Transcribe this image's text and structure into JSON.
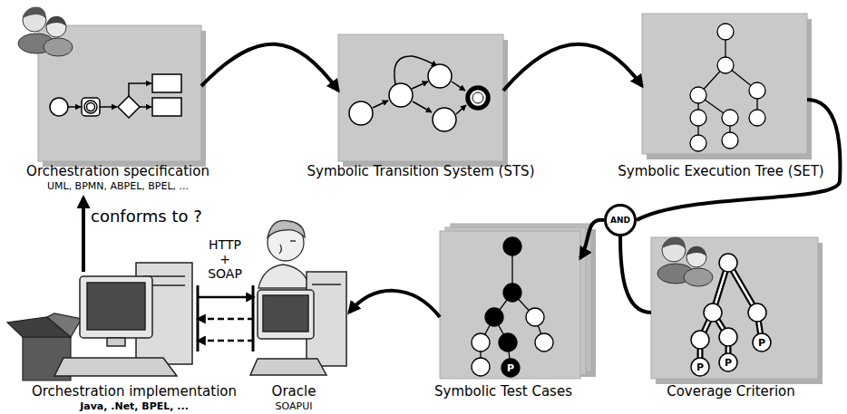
{
  "diagram": {
    "nodes": [
      {
        "text": [
          "Orchestration specification",
          "UML, BPMN, ABPEL, BPEL, ..."
        ]
      },
      {
        "text": [
          "Symbolic Transition System (STS)"
        ]
      },
      {
        "text": [
          "Symbolic Execution Tree (SET)"
        ]
      },
      {
        "text": [
          "AND"
        ]
      },
      {
        "text": [
          "Coverage Criterion"
        ]
      },
      {
        "text": [
          "Symbolic Test Cases"
        ]
      },
      {
        "text": [
          "Oracle",
          "SOAPUI"
        ]
      },
      {
        "text": [
          "Orchestration implementation",
          "Java, .Net, BPEL, ..."
        ]
      }
    ],
    "edges": [
      {
        "from": 0,
        "to": 1,
        "arrow": "to"
      },
      {
        "from": 1,
        "to": 2,
        "arrow": "to"
      },
      {
        "from": 2,
        "to": 3,
        "arrow": "none"
      },
      {
        "from": 4,
        "to": 3,
        "arrow": "none"
      },
      {
        "from": 3,
        "to": 5,
        "arrow": "to"
      },
      {
        "from": 5,
        "to": 6,
        "arrow": "to"
      },
      {
        "from": 7,
        "to": 0,
        "label": "conforms to ?",
        "arrow": "to"
      },
      {
        "from": 7,
        "to": 6,
        "label": "HTTP + SOAP",
        "arrow": "to"
      },
      {
        "from": 6,
        "to": 7,
        "arrow": "to"
      },
      {
        "from": 6,
        "to": 7,
        "arrow": "to"
      }
    ],
    "labels": [
      "P",
      "P",
      "P",
      "P"
    ]
  }
}
